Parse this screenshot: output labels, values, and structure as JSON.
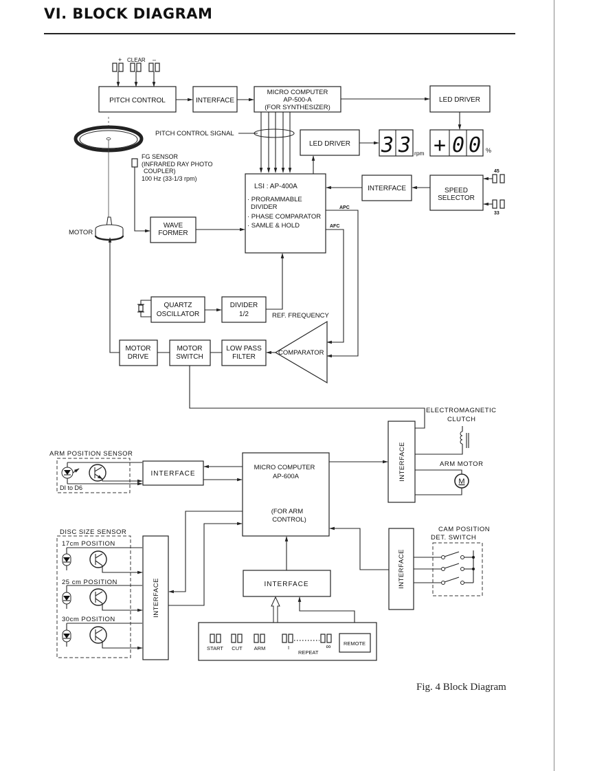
{
  "header": {
    "title": "VI.  BLOCK DIAGRAM"
  },
  "caption": "Fig. 4  Block Diagram",
  "diagram": {
    "pitch_buttons": {
      "plus": "+",
      "clear": "CLEAR",
      "minus": "–"
    },
    "pitch_control": "PITCH CONTROL",
    "interface_top": "INTERFACE",
    "mc_synth": [
      "MICRO COMPUTER",
      "AP-500-A",
      "(FOR SYNTHESIZER)"
    ],
    "led_driver_right": "LED DRIVER",
    "led_driver_mid": "LED DRIVER",
    "pitch_control_signal": "PITCH CONTROL SIGNAL",
    "rpm_display": {
      "value": "33",
      "unit": "rpm"
    },
    "pitch_display": {
      "value": "+00",
      "unit": "%"
    },
    "fg_sensor": [
      "FG SENSOR",
      "(INFRARED RAY PHOTO",
      "COUPLER)",
      "100 Hz (33-1/3 rpm)"
    ],
    "lsi": {
      "title": "LSI : AP-400A",
      "items": [
        "· PRORAMMABLE",
        "DIVIDER",
        "· PHASE COMPARATOR",
        "· SAMLE & HOLD"
      ]
    },
    "apc": "APC",
    "afc": "AFC",
    "interface_speed": "INTERFACE",
    "speed_selector": [
      "SPEED",
      "SELECTOR"
    ],
    "speed_45": "45",
    "speed_33": "33",
    "motor": "MOTOR",
    "wave_former": [
      "WAVE",
      "FORMER"
    ],
    "quartz": [
      "QUARTZ",
      "OSCILLATOR"
    ],
    "divider": [
      "DIVIDER",
      "1/2"
    ],
    "ref_frequency": "REF. FREQUENCY",
    "motor_drive": [
      "MOTOR",
      "DRIVE"
    ],
    "motor_switch": [
      "MOTOR",
      "SWITCH"
    ],
    "low_pass": [
      "LOW PASS",
      "FILTER"
    ],
    "comparator": "COMPARATOR",
    "em_clutch": [
      "ELECTROMAGNETIC",
      "CLUTCH"
    ],
    "arm_motor": "ARM MOTOR",
    "motor_symbol": "M",
    "arm_position_sensor": "ARM POSITION SENSOR",
    "d1_d6": "DI to D6",
    "interface_arm": "INTERFACE",
    "mc_arm": [
      "MICRO COMPUTER",
      "AP-600A",
      "(FOR ARM",
      "CONTROL)"
    ],
    "interface_clutch": "INTERFACE",
    "interface_cam": "INTERFACE",
    "cam_switch": [
      "CAM  POSITION",
      "DET. SWITCH"
    ],
    "disc_size_sensor": "DISC SIZE SENSOR",
    "positions": [
      "17cm   POSITION",
      "25 cm  POSITION",
      "30cm  POSITION"
    ],
    "interface_disc": "INTERFACE",
    "interface_panel": "INTERFACE",
    "panel_buttons": [
      "START",
      "CUT",
      "ARM",
      "I"
    ],
    "infinity": "∞",
    "repeat": "REPEAT",
    "remote": "REMOTE"
  }
}
